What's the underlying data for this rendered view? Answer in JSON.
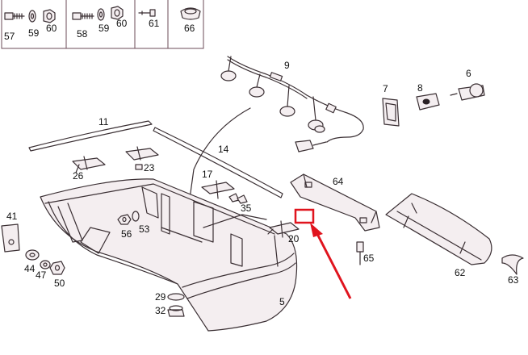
{
  "colors": {
    "line": "#3a2f33",
    "paper": "#ffffff",
    "frame": "#6b4b57",
    "highlight": "#e0141e"
  },
  "labels": {
    "p57": "57",
    "p59a": "59",
    "p60a": "60",
    "p58": "58",
    "p59b": "59",
    "p60b": "60",
    "p61": "61",
    "p66": "66",
    "p9": "9",
    "p7": "7",
    "p8": "8",
    "p6": "6",
    "p11": "11",
    "p14": "14",
    "p17": "17",
    "p26": "26",
    "p23": "23",
    "p35": "35",
    "p41": "41",
    "p44": "44",
    "p47": "47",
    "p50": "50",
    "p56": "56",
    "p53": "53",
    "p20": "20",
    "p64": "64",
    "p65": "65",
    "p62": "62",
    "p63": "63",
    "p29": "29",
    "p32": "32",
    "p5": "5"
  }
}
